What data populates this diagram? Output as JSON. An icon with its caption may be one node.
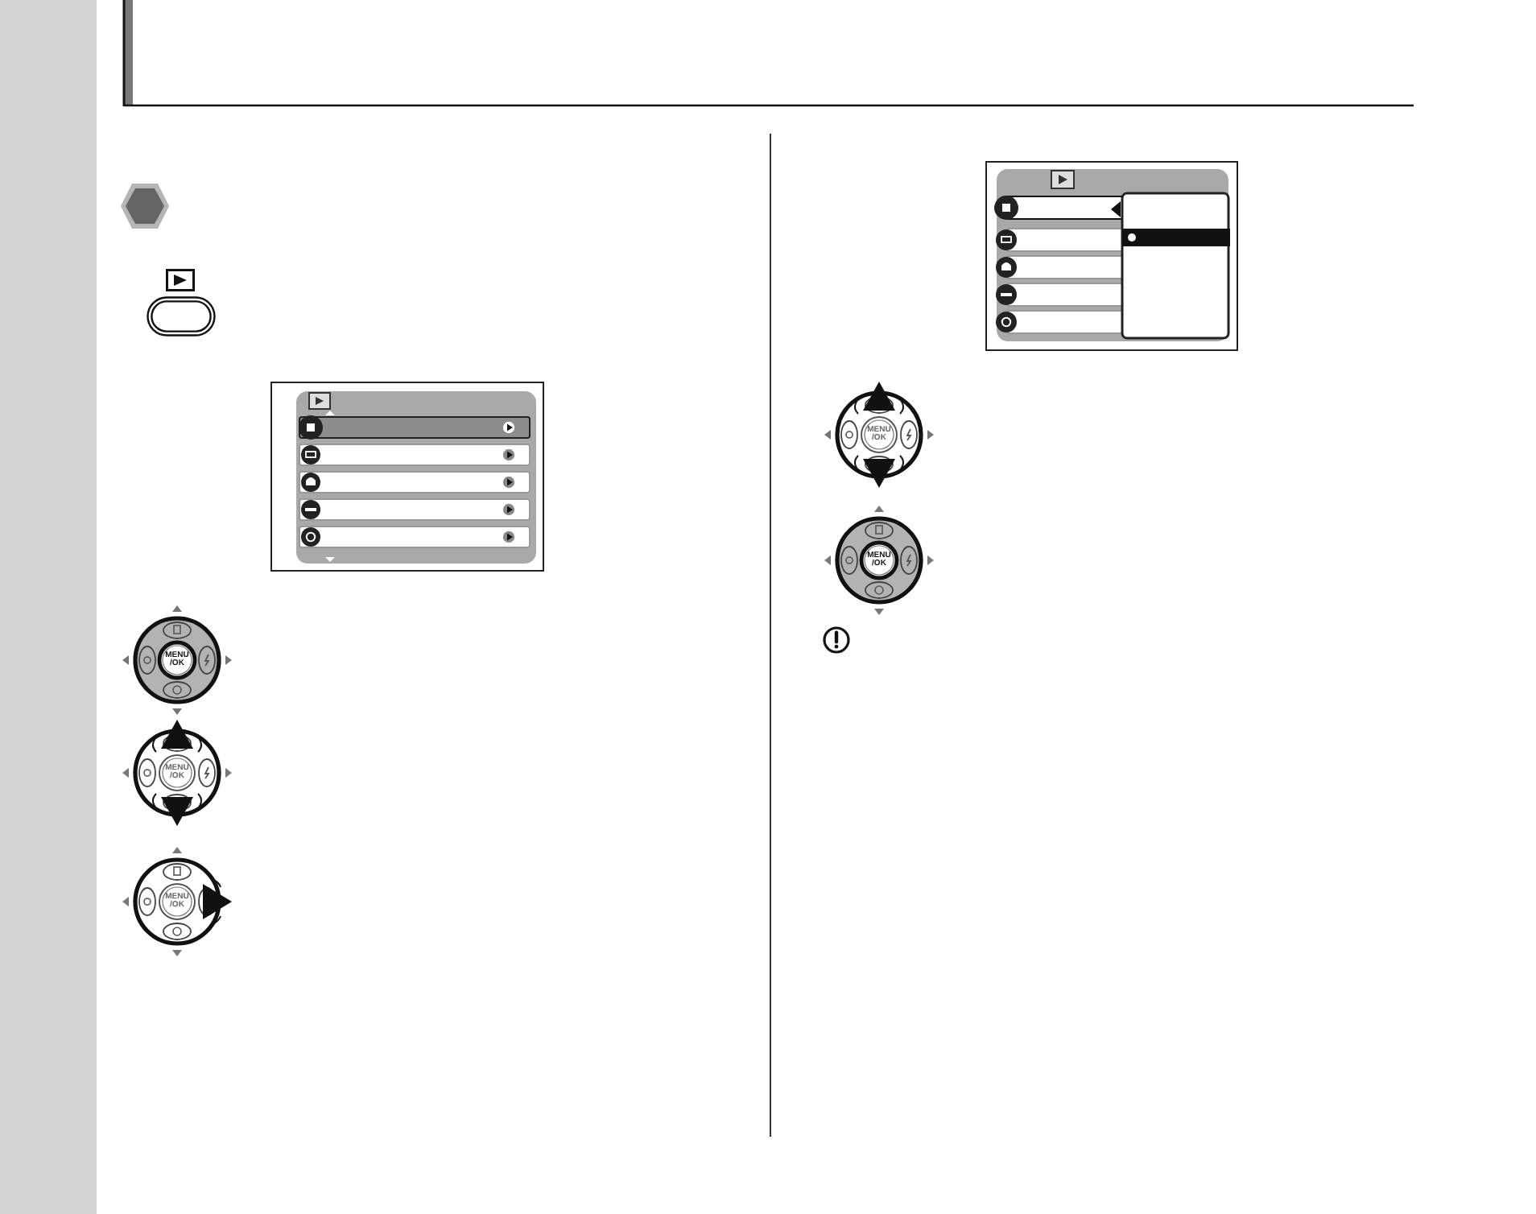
{
  "diagram": {
    "labels": [
      "MENU /OK",
      "MENU /OK",
      "MENU /OK",
      "MENU /OK",
      "MENU /OK"
    ]
  }
}
